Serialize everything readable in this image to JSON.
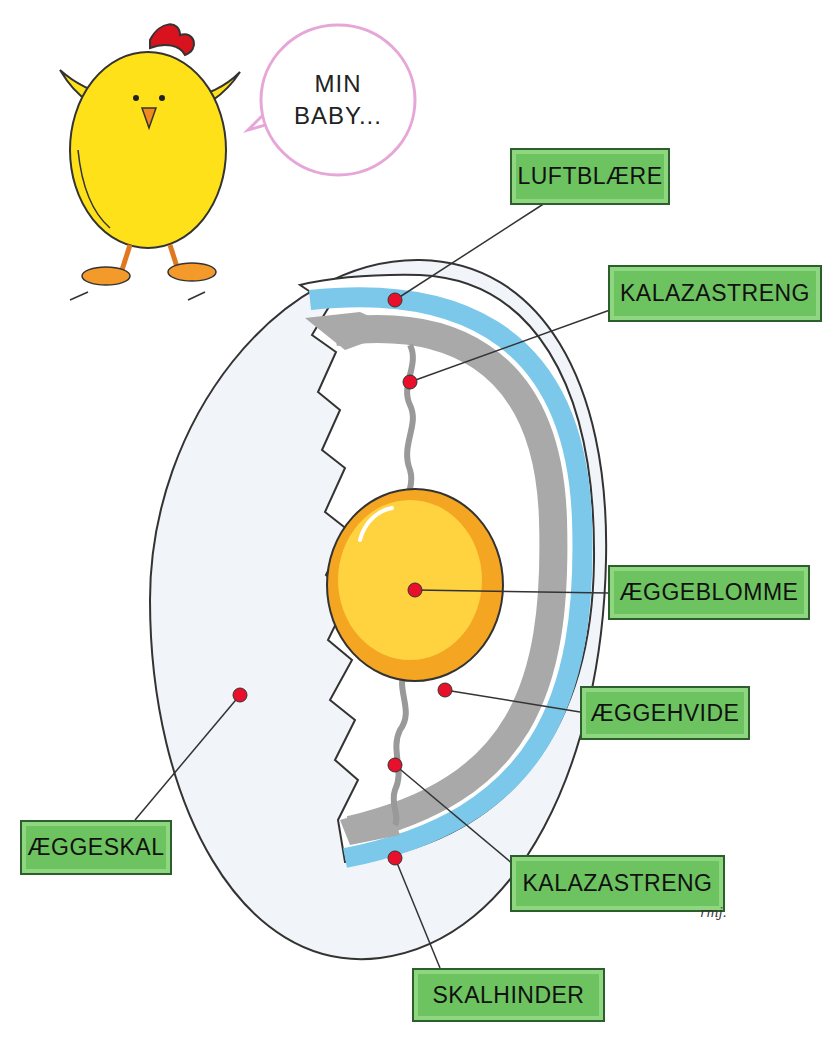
{
  "diagram": {
    "nodes": [
      {
        "text": [
          "MIN BABY..."
        ]
      },
      {
        "text": [
          "LUFTBLÆRE"
        ]
      },
      {
        "text": [
          "KALAZASTRENG"
        ]
      },
      {
        "text": [
          "ÆGGEBLOMME"
        ]
      },
      {
        "text": [
          "ÆGGEHVIDE"
        ]
      },
      {
        "text": [
          "ÆGGESKAL"
        ]
      },
      {
        "text": [
          "KALAZASTRENG"
        ]
      },
      {
        "text": [
          "SKALHINDER"
        ]
      }
    ],
    "labels": [
      "rmj."
    ]
  }
}
